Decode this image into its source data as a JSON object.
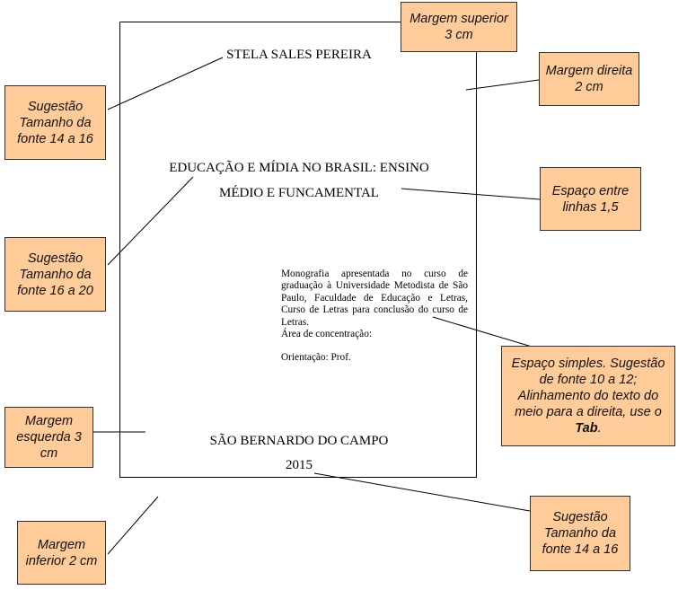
{
  "page": {
    "author": "STELA SALES PEREIRA",
    "title_line1": "EDUCAÇÃO E MÍDIA NO BRASIL: ENSINO",
    "title_line2": "MÉDIO E FUNCAMENTAL",
    "description": "Monografia apresentada no curso de graduação à Universidade Metodista de São Paulo, Faculdade de Educação e Letras, Curso de Letras para conclusão do curso de Letras.",
    "area": "Área de concentração:",
    "orientation": "Orientação: Prof.",
    "city": "SÃO BERNARDO DO CAMPO",
    "year": "2015"
  },
  "callouts": {
    "top_margin": "Margem superior 3 cm",
    "right_margin": "Margem direita 2 cm",
    "author_font": "Sugestão Tamanho da fonte 14 a 16",
    "line_spacing": "Espaço entre linhas 1,5",
    "title_font": "Sugestão Tamanho da fonte 16 a 20",
    "single_space": "Espaço simples. Sugestão de fonte 10 a 12; Alinhamento do texto do meio para a direita,  use o",
    "single_space_bold": "Tab",
    "left_margin": "Margem esquerda 3 cm",
    "bottom_font": "Sugestão Tamanho da fonte 14 a 16",
    "bottom_margin": "Margem inferior 2 cm"
  },
  "colors": {
    "callout_fill": "#FFCC99"
  }
}
